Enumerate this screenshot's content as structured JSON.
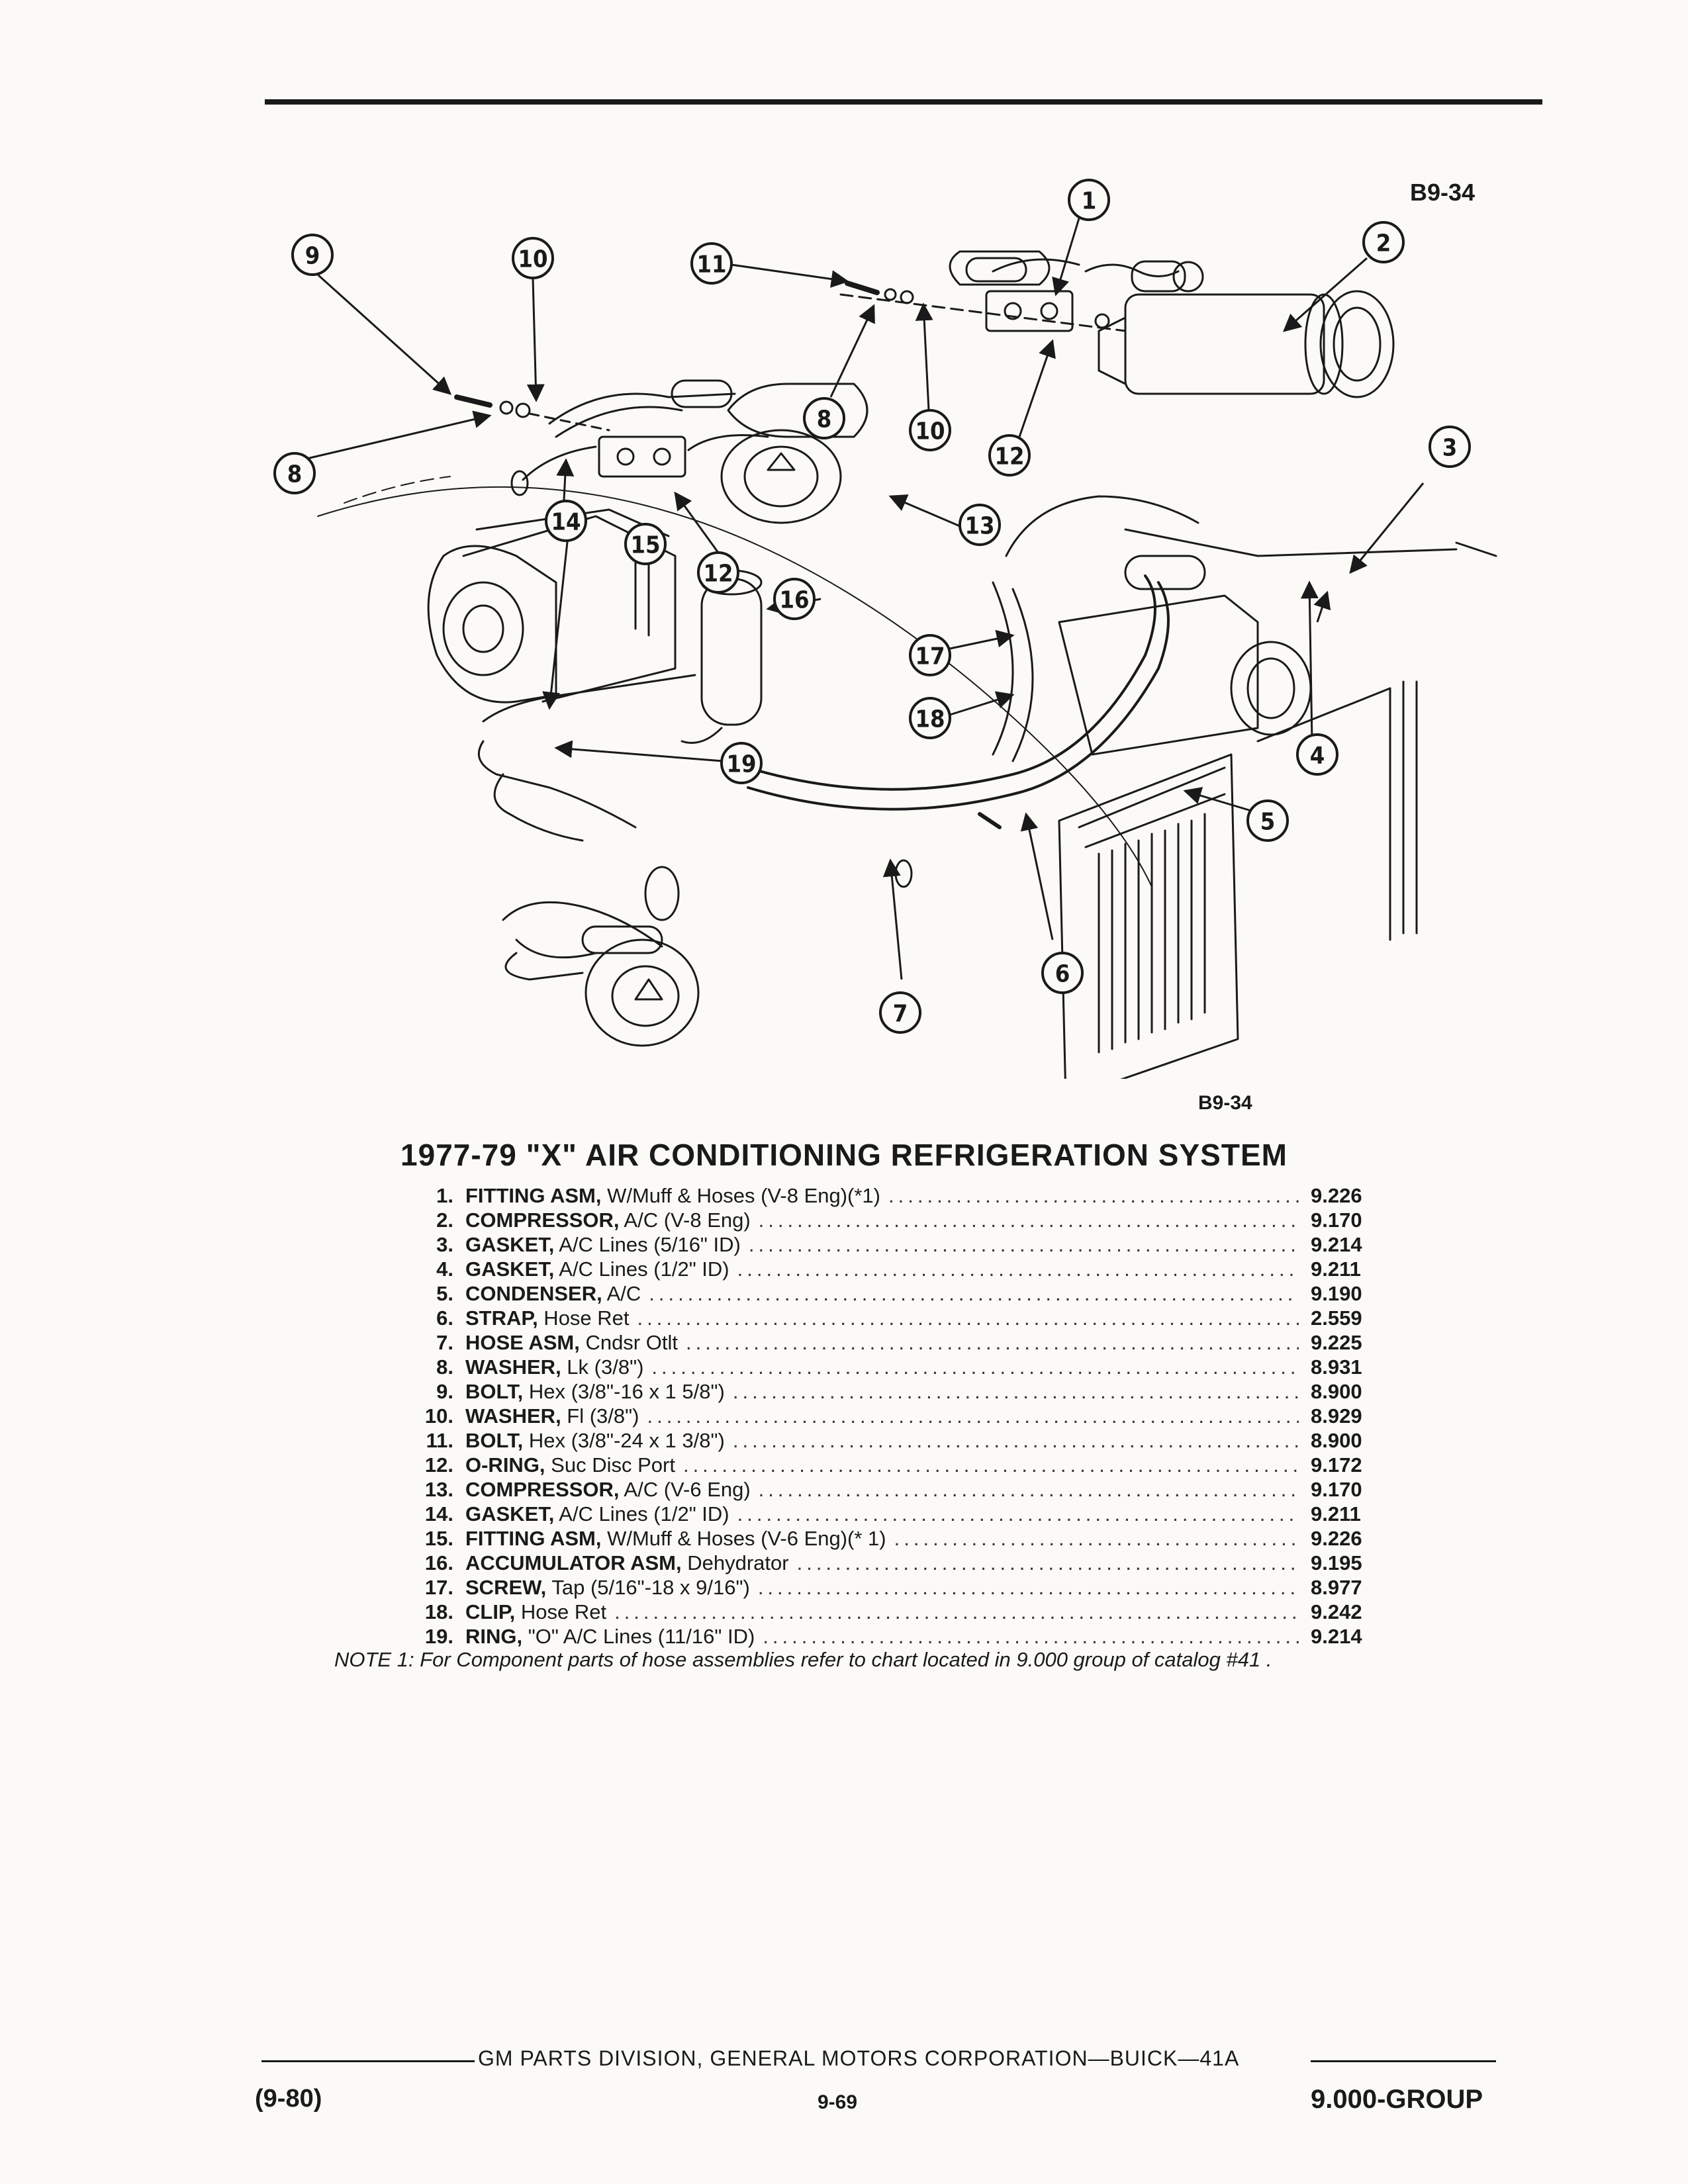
{
  "figure_code": "B9-34",
  "title": "1977-79 \"X\" AIR CONDITIONING REFRIGERATION SYSTEM",
  "parts": [
    {
      "num": "1.",
      "name": "FITTING ASM,",
      "desc": " W/Muff & Hoses (V-8 Eng)(*1)",
      "code": "9.226"
    },
    {
      "num": "2.",
      "name": "COMPRESSOR,",
      "desc": " A/C (V-8 Eng)",
      "code": "9.170"
    },
    {
      "num": "3.",
      "name": "GASKET,",
      "desc": " A/C Lines (5/16\" ID)",
      "code": "9.214"
    },
    {
      "num": "4.",
      "name": "GASKET,",
      "desc": " A/C Lines (1/2\" ID)",
      "code": "9.211"
    },
    {
      "num": "5.",
      "name": "CONDENSER,",
      "desc": " A/C",
      "code": "9.190"
    },
    {
      "num": "6.",
      "name": "STRAP,",
      "desc": " Hose Ret",
      "code": "2.559"
    },
    {
      "num": "7.",
      "name": "HOSE ASM,",
      "desc": " Cndsr Otlt",
      "code": "9.225"
    },
    {
      "num": "8.",
      "name": "WASHER,",
      "desc": " Lk (3/8\")",
      "code": "8.931"
    },
    {
      "num": "9.",
      "name": "BOLT,",
      "desc": " Hex (3/8\"-16 x 1 5/8\")",
      "code": "8.900"
    },
    {
      "num": "10.",
      "name": "WASHER,",
      "desc": " Fl (3/8\")",
      "code": "8.929"
    },
    {
      "num": "11.",
      "name": "BOLT,",
      "desc": " Hex (3/8\"-24 x 1 3/8\")",
      "code": "8.900"
    },
    {
      "num": "12.",
      "name": "O-RING,",
      "desc": " Suc Disc Port",
      "code": "9.172"
    },
    {
      "num": "13.",
      "name": "COMPRESSOR,",
      "desc": " A/C (V-6 Eng)",
      "code": "9.170"
    },
    {
      "num": "14.",
      "name": "GASKET,",
      "desc": " A/C Lines (1/2\" ID)",
      "code": "9.211"
    },
    {
      "num": "15.",
      "name": "FITTING ASM,",
      "desc": " W/Muff & Hoses (V-6 Eng)(* 1)",
      "code": "9.226"
    },
    {
      "num": "16.",
      "name": "ACCUMULATOR ASM,",
      "desc": " Dehydrator",
      "code": "9.195"
    },
    {
      "num": "17.",
      "name": "SCREW,",
      "desc": " Tap (5/16\"-18 x 9/16\")",
      "code": "8.977"
    },
    {
      "num": "18.",
      "name": "CLIP,",
      "desc": " Hose Ret",
      "code": "9.242"
    },
    {
      "num": "19.",
      "name": "RING,",
      "desc": " \"O\" A/C Lines (11/16\" ID)",
      "code": "9.214"
    }
  ],
  "note": "NOTE 1: For Component parts of hose assemblies refer to chart located in 9.000 group of catalog #41 .",
  "footer": {
    "publisher": "GM PARTS DIVISION, GENERAL MOTORS CORPORATION—BUICK—41A",
    "date": "(9-80)",
    "page": "9-69",
    "group": "9.000-GROUP"
  },
  "callouts": [
    {
      "id": "c1",
      "label": "1"
    },
    {
      "id": "c2",
      "label": "2"
    },
    {
      "id": "c3",
      "label": "3"
    },
    {
      "id": "c4",
      "label": "4"
    },
    {
      "id": "c5",
      "label": "5"
    },
    {
      "id": "c6",
      "label": "6"
    },
    {
      "id": "c7",
      "label": "7"
    },
    {
      "id": "c8a",
      "label": "8"
    },
    {
      "id": "c8b",
      "label": "8"
    },
    {
      "id": "c9",
      "label": "9"
    },
    {
      "id": "c10a",
      "label": "10"
    },
    {
      "id": "c10b",
      "label": "10"
    },
    {
      "id": "c11",
      "label": "11"
    },
    {
      "id": "c12a",
      "label": "12"
    },
    {
      "id": "c12b",
      "label": "12"
    },
    {
      "id": "c13",
      "label": "13"
    },
    {
      "id": "c14",
      "label": "14"
    },
    {
      "id": "c15",
      "label": "15"
    },
    {
      "id": "c16",
      "label": "16"
    },
    {
      "id": "c17",
      "label": "17"
    },
    {
      "id": "c18",
      "label": "18"
    },
    {
      "id": "c19",
      "label": "19"
    }
  ]
}
